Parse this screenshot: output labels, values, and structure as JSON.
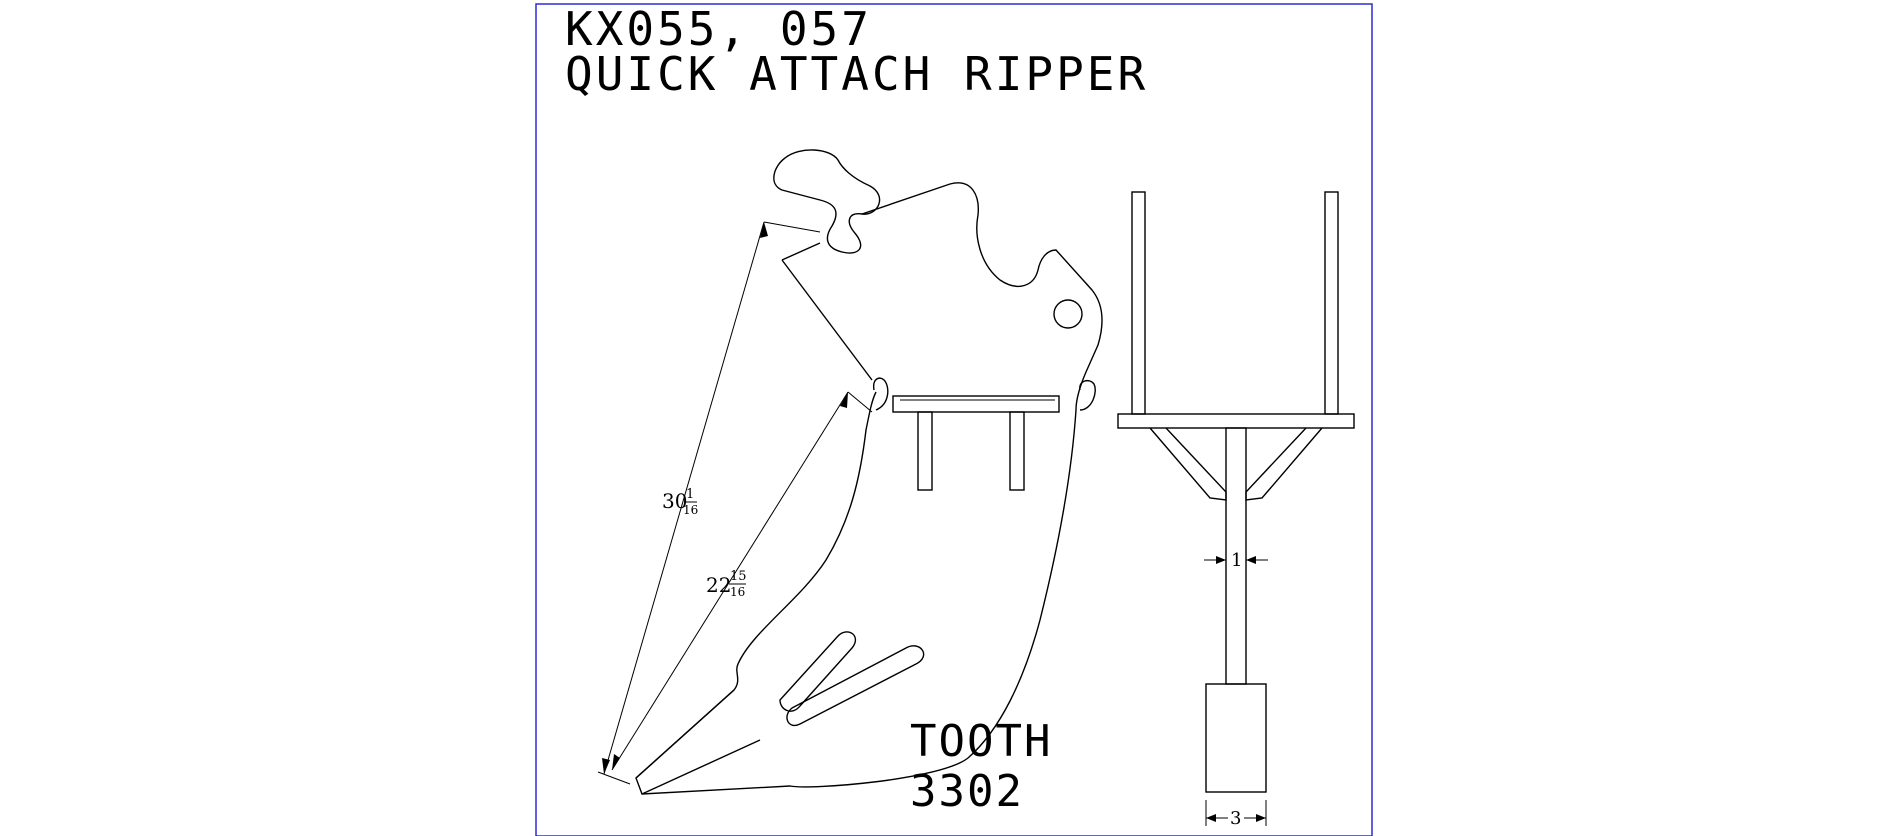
{
  "title": {
    "line1": "KX055, 057",
    "line2": "QUICK ATTACH  RIPPER"
  },
  "tooth": {
    "label": "TOOTH",
    "number": "3302"
  },
  "dimensions": {
    "overall_length": {
      "whole": "30",
      "num": "1",
      "den": "16"
    },
    "shank_length": {
      "whole": "22",
      "num": "15",
      "den": "16"
    },
    "shank_thickness": "1",
    "tooth_width": "3"
  },
  "colors": {
    "frame": "#2b2bd6",
    "ink": "#000000",
    "background": "#ffffff"
  }
}
